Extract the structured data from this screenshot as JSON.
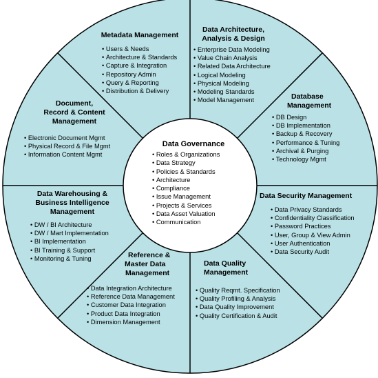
{
  "colors": {
    "segment_fill": "#b9e1e6",
    "center_fill": "#ffffff",
    "stroke": "#000000"
  },
  "center": {
    "title": "Data Governance",
    "items": [
      "Roles & Organizations",
      "Data Strategy",
      "Policies & Standards",
      "Architecture",
      "Compliance",
      "Issue Management",
      "Projects & Services",
      "Data Asset Valuation",
      "Communication"
    ]
  },
  "segments": [
    {
      "key": "metadata-management",
      "title_lines": [
        "Metadata Management"
      ],
      "items": [
        "Users & Needs",
        "Architecture & Standards",
        "Capture & Integration",
        "Repository Admin",
        "Query & Reporting",
        "Distribution & Delivery"
      ]
    },
    {
      "key": "data-architecture",
      "title_lines": [
        "Data Architecture,",
        "Analysis & Design"
      ],
      "items": [
        "Enterprise Data Modeling",
        "Value Chain Analysis",
        "Related Data Architecture",
        "Logical Modeling",
        "Physical Modeling",
        "Modeling Standards",
        "Model Management"
      ]
    },
    {
      "key": "database-management",
      "title_lines": [
        "Database",
        "Management"
      ],
      "items": [
        "DB Design",
        "DB Implementation",
        "Backup & Recovery",
        "Performance & Tuning",
        "Archival & Purging",
        "Technology Mgmt"
      ]
    },
    {
      "key": "data-security-management",
      "title_lines": [
        "Data Security Management"
      ],
      "items": [
        "Data Privacy Standards",
        "Confidentiality Classification",
        "Password Practices",
        "User, Group & View Admin",
        "User Authentication",
        "Data Security Audit"
      ]
    },
    {
      "key": "data-quality-management",
      "title_lines": [
        "Data Quality",
        "Management"
      ],
      "items": [
        "Quality Reqmt. Specification",
        "Quality Profiling & Analysis",
        "Data Quality Improvement",
        "Quality Certification & Audit"
      ]
    },
    {
      "key": "reference-master-data",
      "title_lines": [
        "Reference &",
        "Master Data",
        "Management"
      ],
      "items": [
        "Data Integration Architecture",
        "Reference Data Management",
        "Customer Data Integration",
        "Product Data Integration",
        "Dimension Management"
      ]
    },
    {
      "key": "data-warehousing-bi",
      "title_lines": [
        "Data Warehousing &",
        "Business Intelligence",
        "Management"
      ],
      "items": [
        "DW / BI Architecture",
        "DW / Mart Implementation",
        "BI Implementation",
        "BI Training & Support",
        "Monitoring & Tuning"
      ]
    },
    {
      "key": "document-record-content",
      "title_lines": [
        "Document,",
        "Record & Content",
        "Management"
      ],
      "items": [
        "Electronic Document Mgmt",
        "Physical Record & File Mgmt",
        "Information Content Mgmt"
      ]
    }
  ]
}
